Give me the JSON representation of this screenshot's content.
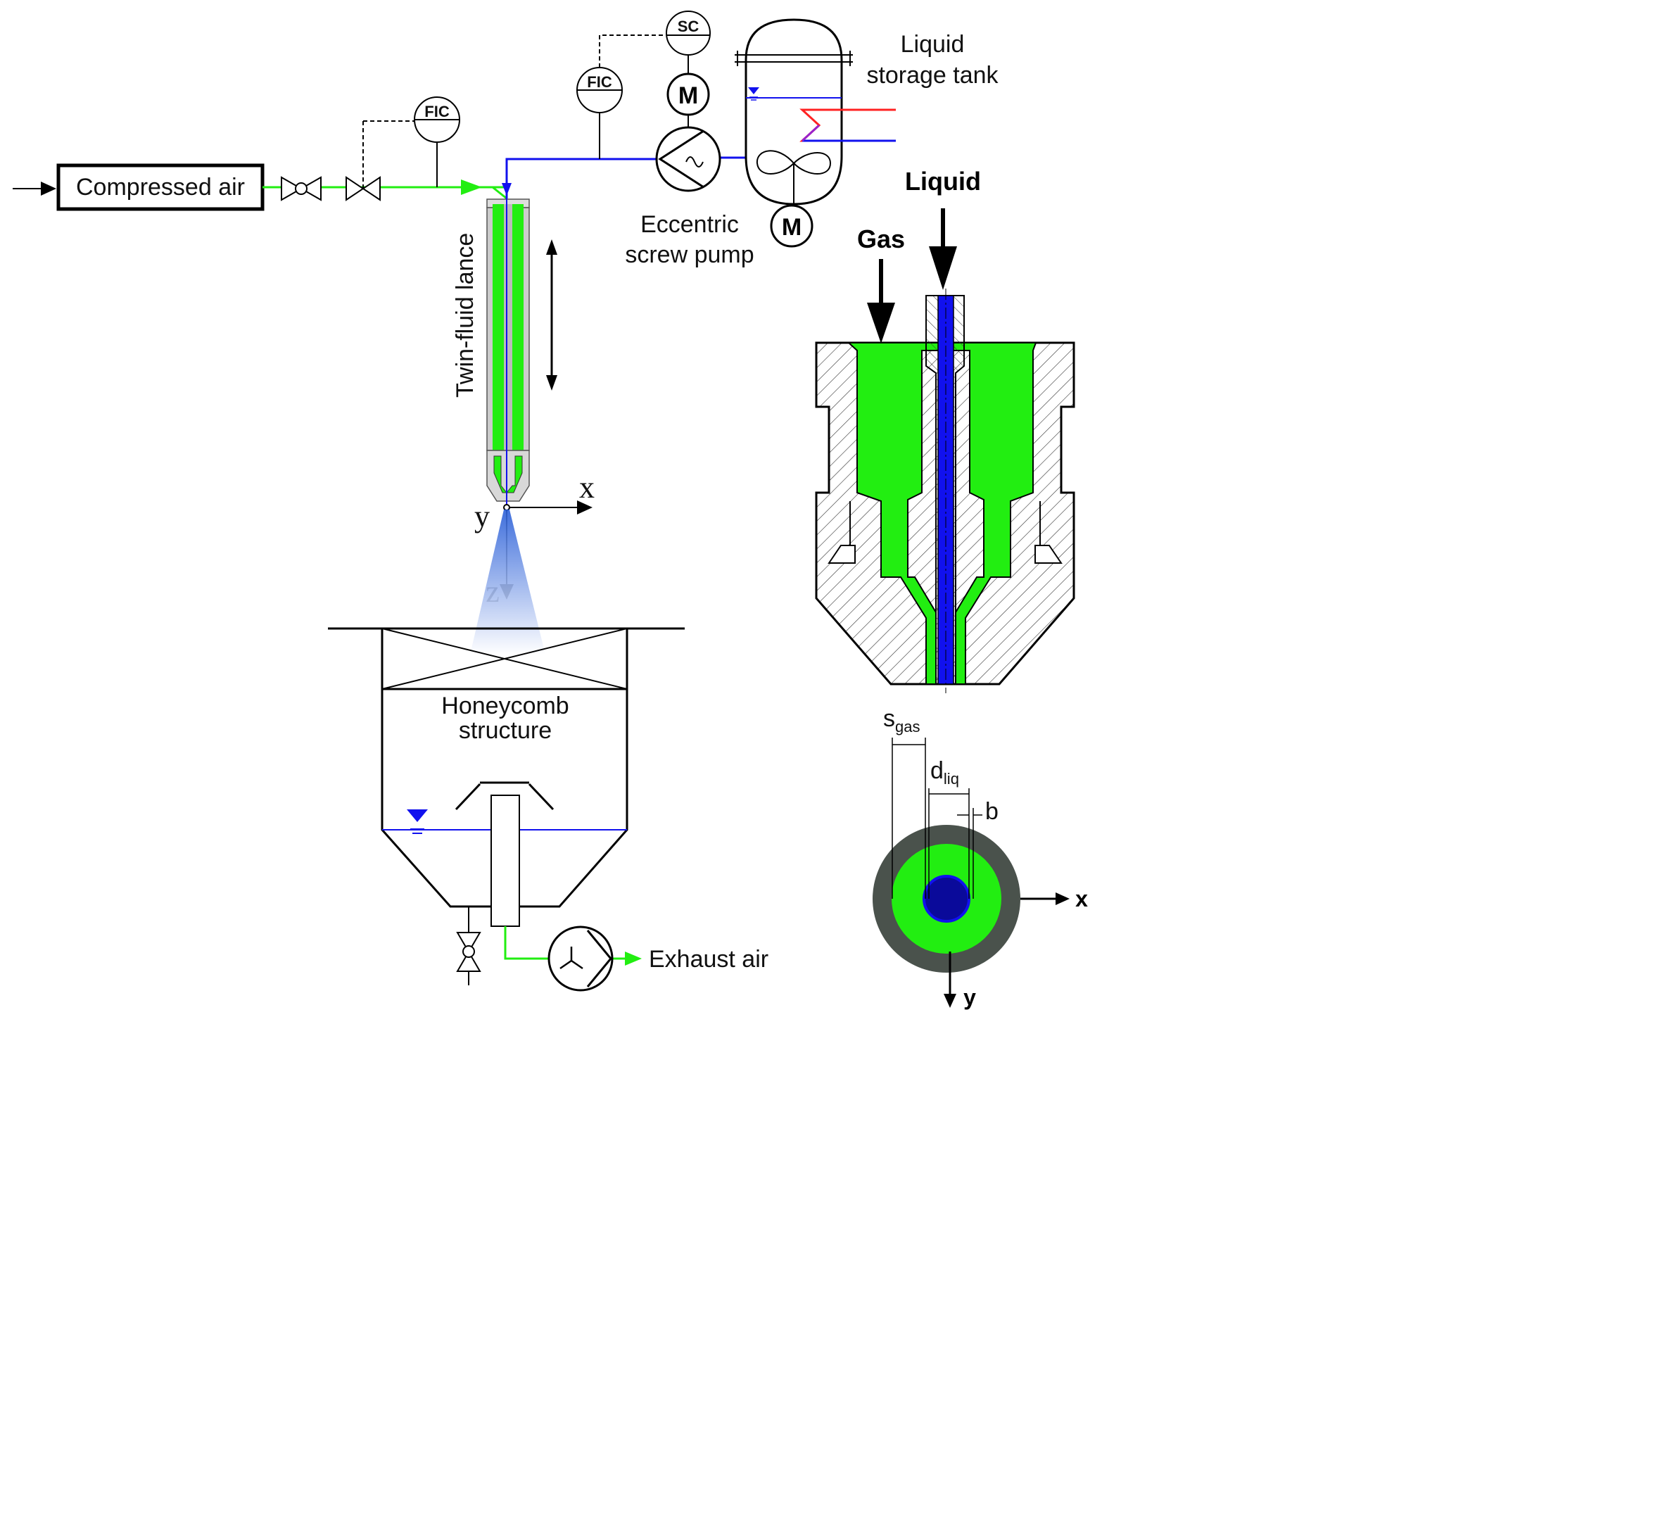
{
  "labels": {
    "compressed_air": "Compressed air",
    "twin_fluid_lance": "Twin-fluid lance",
    "honeycomb_line1": "Honeycomb",
    "honeycomb_line2": "structure",
    "exhaust_air": "Exhaust air",
    "pump_line1": "Eccentric",
    "pump_line2": "screw pump",
    "tank_line1": "Liquid",
    "tank_line2": "storage tank",
    "gas": "Gas",
    "liquid": "Liquid"
  },
  "instruments": {
    "fic_air": "FIC",
    "fic_liquid": "FIC",
    "sc": "SC",
    "motor_pump": "M",
    "motor_tank": "M"
  },
  "axes": {
    "lance_x": "x",
    "lance_y": "y",
    "lance_z": "z",
    "section_x": "x",
    "section_y": "y"
  },
  "dimensions": {
    "s_main": "s",
    "s_sub": "gas",
    "d_main": "d",
    "d_sub": "liq",
    "b": "b"
  },
  "colors": {
    "gas": "#22ee11",
    "liquid": "#1111ee",
    "liquid_core": "#0a0a9a",
    "nozzle_body": "#4a524c",
    "heating": "#ff2222",
    "spray_top": "#2a5fd8"
  }
}
